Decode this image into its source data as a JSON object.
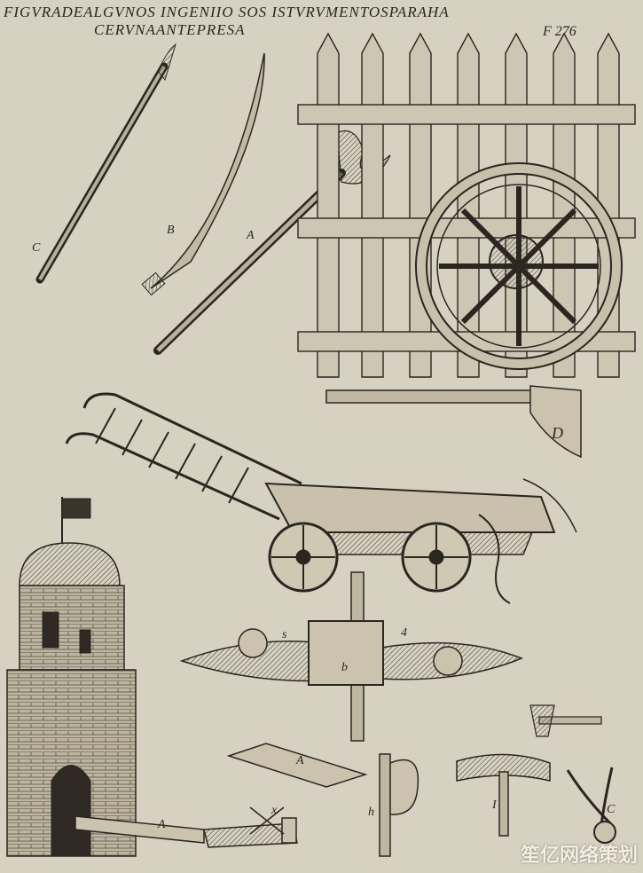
{
  "header": {
    "title_line1": "FIGVRADEALGVNOS INGENIIO SOS ISTVRVMENTOSPARAHA",
    "title_line2": "CERVNAANTEPRESA",
    "folio": "F 276"
  },
  "labels": {
    "c_pole": "C",
    "b_saw": "B",
    "a_hook": "A",
    "d_axe": "D",
    "s_screw": "s",
    "four_screw": "4",
    "b_block": "b",
    "a_bar": "A",
    "h_axe": "h",
    "i_hammer": "I",
    "c_pincers": "C",
    "a_lever": "A",
    "x_cross": "x"
  },
  "watermark": "笙亿网络策划",
  "colors": {
    "paper": "#d6d1c0",
    "ink": "#2a2620"
  }
}
